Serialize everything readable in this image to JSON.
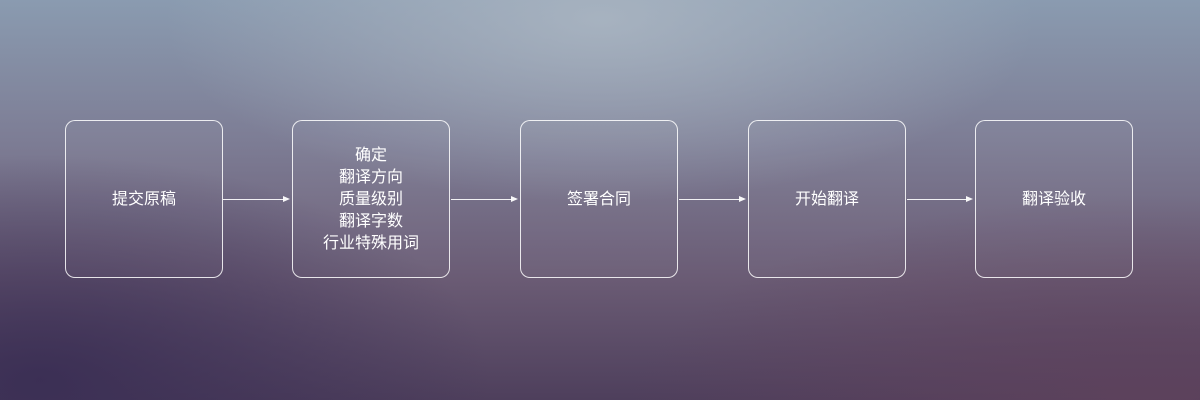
{
  "flow": {
    "steps": [
      {
        "lines": [
          "提交原稿"
        ]
      },
      {
        "lines": [
          "确定",
          "翻译方向",
          "质量级别",
          "翻译字数",
          "行业特殊用词"
        ]
      },
      {
        "lines": [
          "签署合同"
        ]
      },
      {
        "lines": [
          "开始翻译"
        ]
      },
      {
        "lines": [
          "翻译验收"
        ]
      }
    ]
  }
}
